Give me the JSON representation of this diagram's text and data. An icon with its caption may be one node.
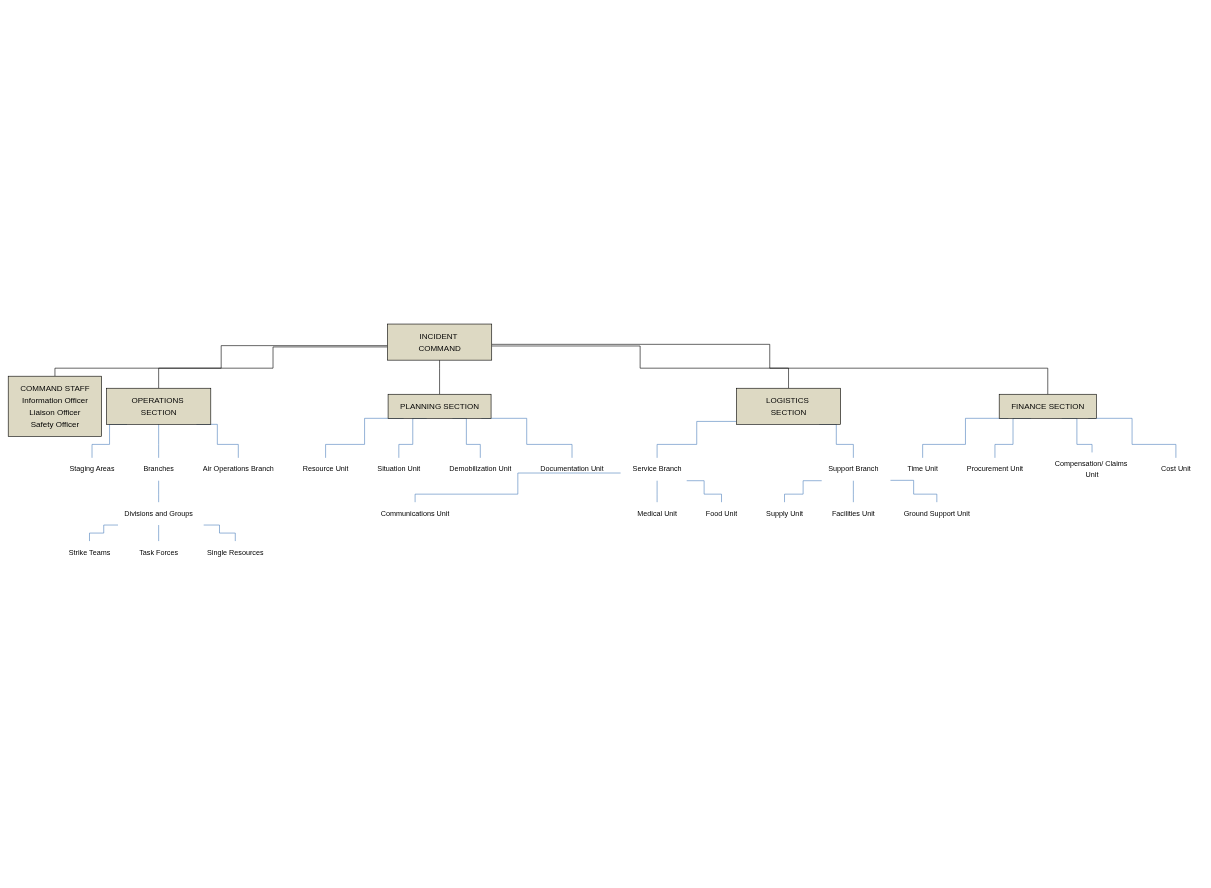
{
  "diagram": {
    "nodes": [
      {
        "text": [
          "INCIDENT COMMAND"
        ]
      },
      {
        "text": [
          "COMMAND STAFF",
          "Information Officer",
          "Liaison Officer",
          "Safety Officer"
        ]
      },
      {
        "text": [
          "OPERATIONS SECTION"
        ]
      },
      {
        "text": [
          "PLANNING SECTION"
        ]
      },
      {
        "text": [
          "LOGISTICS SECTION"
        ]
      },
      {
        "text": [
          "FINANCE SECTION"
        ]
      },
      {
        "text": [
          "Staging Areas"
        ]
      },
      {
        "text": [
          "Branches"
        ]
      },
      {
        "text": [
          "Air Operations Branch"
        ]
      },
      {
        "text": [
          "Divisions and Groups"
        ]
      },
      {
        "text": [
          "Strike Teams"
        ]
      },
      {
        "text": [
          "Task Forces"
        ]
      },
      {
        "text": [
          "Single Resources"
        ]
      },
      {
        "text": [
          "Resource Unit"
        ]
      },
      {
        "text": [
          "Situation Unit"
        ]
      },
      {
        "text": [
          "Demobilization Unit"
        ]
      },
      {
        "text": [
          "Documentation Unit"
        ]
      },
      {
        "text": [
          "Service Branch"
        ]
      },
      {
        "text": [
          "Communications Unit"
        ]
      },
      {
        "text": [
          "Medical Unit"
        ]
      },
      {
        "text": [
          "Food Unit"
        ]
      },
      {
        "text": [
          "Support Branch"
        ]
      },
      {
        "text": [
          "Supply Unit"
        ]
      },
      {
        "text": [
          "Facilities Unit"
        ]
      },
      {
        "text": [
          "Ground Support Unit"
        ]
      },
      {
        "text": [
          "Time Unit"
        ]
      },
      {
        "text": [
          "Procurement Unit"
        ]
      },
      {
        "text": [
          "Compensation/ Claims Unit"
        ]
      },
      {
        "text": [
          "Cost Unit"
        ]
      }
    ],
    "edges": [
      {
        "from": 0,
        "to": 1,
        "arrow": "none",
        "color": "#000000"
      },
      {
        "from": 0,
        "to": 2,
        "arrow": "none",
        "color": "#000000"
      },
      {
        "from": 0,
        "to": 3,
        "arrow": "none",
        "color": "#000000"
      },
      {
        "from": 0,
        "to": 4,
        "arrow": "none",
        "color": "#000000"
      },
      {
        "from": 0,
        "to": 5,
        "arrow": "none",
        "color": "#000000"
      },
      {
        "from": 2,
        "to": 6,
        "arrow": "none"
      },
      {
        "from": 2,
        "to": 7,
        "arrow": "none"
      },
      {
        "from": 2,
        "to": 8,
        "arrow": "none"
      },
      {
        "from": 7,
        "to": 9,
        "arrow": "none"
      },
      {
        "from": 9,
        "to": 10,
        "arrow": "none"
      },
      {
        "from": 9,
        "to": 11,
        "arrow": "none"
      },
      {
        "from": 9,
        "to": 12,
        "arrow": "none"
      },
      {
        "from": 3,
        "to": 13,
        "arrow": "none"
      },
      {
        "from": 3,
        "to": 14,
        "arrow": "none"
      },
      {
        "from": 3,
        "to": 15,
        "arrow": "none"
      },
      {
        "from": 3,
        "to": 16,
        "arrow": "none"
      },
      {
        "from": 4,
        "to": 17,
        "arrow": "none"
      },
      {
        "from": 17,
        "to": 18,
        "arrow": "none"
      },
      {
        "from": 17,
        "to": 19,
        "arrow": "none"
      },
      {
        "from": 17,
        "to": 20,
        "arrow": "none"
      },
      {
        "from": 4,
        "to": 21,
        "arrow": "none"
      },
      {
        "from": 21,
        "to": 22,
        "arrow": "none"
      },
      {
        "from": 21,
        "to": 23,
        "arrow": "none"
      },
      {
        "from": 21,
        "to": 24,
        "arrow": "none"
      },
      {
        "from": 5,
        "to": 25,
        "arrow": "none"
      },
      {
        "from": 5,
        "to": 26,
        "arrow": "none"
      },
      {
        "from": 5,
        "to": 27,
        "arrow": "none"
      },
      {
        "from": 5,
        "to": 28,
        "arrow": "none"
      }
    ]
  }
}
